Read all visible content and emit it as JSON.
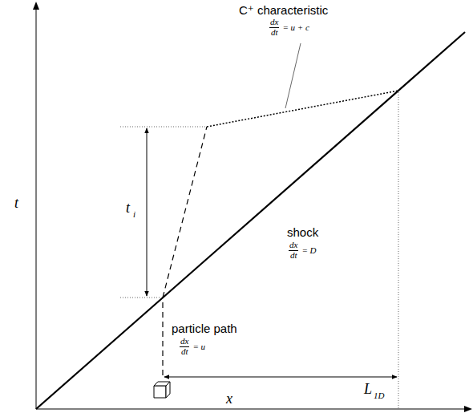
{
  "diagram": {
    "labels": [
      "C⁺ characteristic",
      "dx",
      "dt",
      "= u + c",
      "t",
      "x",
      "t",
      "i",
      "shock",
      "dx",
      "dt",
      "= D",
      "particle path",
      "dx",
      "dt",
      "= u",
      "L",
      "1D"
    ]
  }
}
